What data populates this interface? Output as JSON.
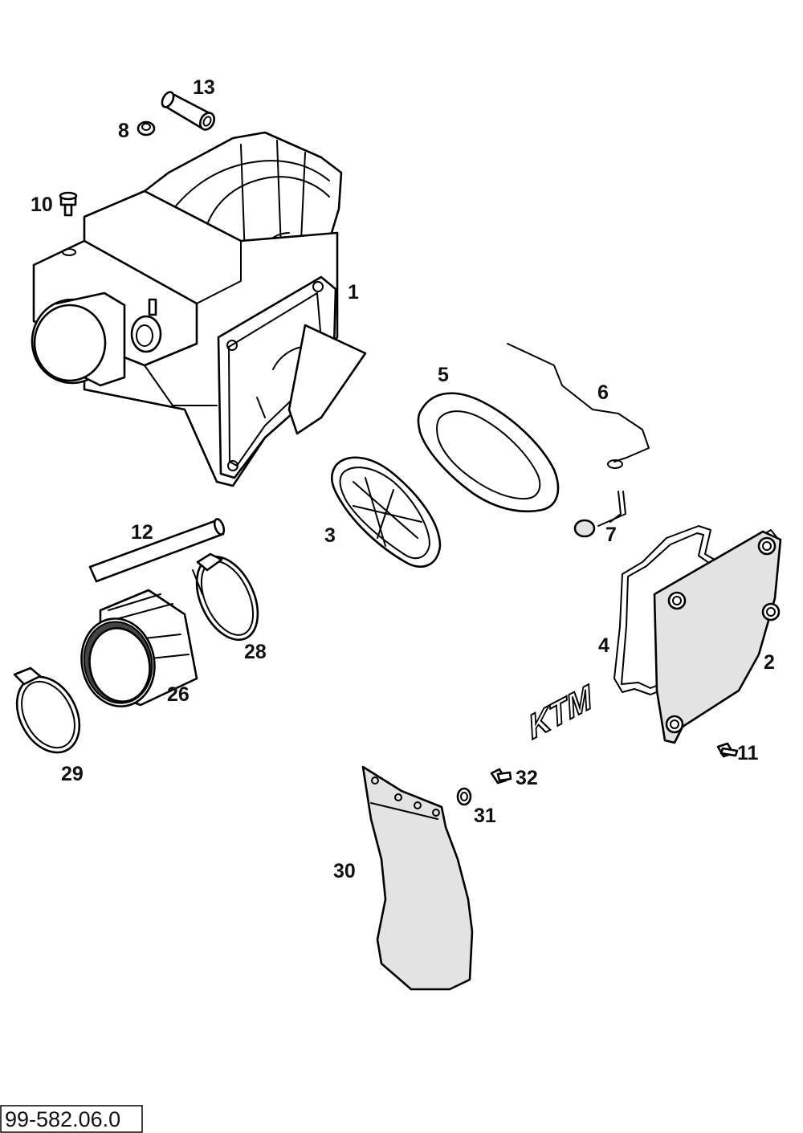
{
  "labels": {
    "p1": "1",
    "p2": "2",
    "p3": "3",
    "p4": "4",
    "p5": "5",
    "p6": "6",
    "p7": "7",
    "p8": "8",
    "p10": "10",
    "p11": "11",
    "p12": "12",
    "p13": "13",
    "p26": "26",
    "p28": "28",
    "p29": "29",
    "p30": "30",
    "p31": "31",
    "p32": "32"
  },
  "reference": "99-582.06.0",
  "cover_logo": "KTM"
}
